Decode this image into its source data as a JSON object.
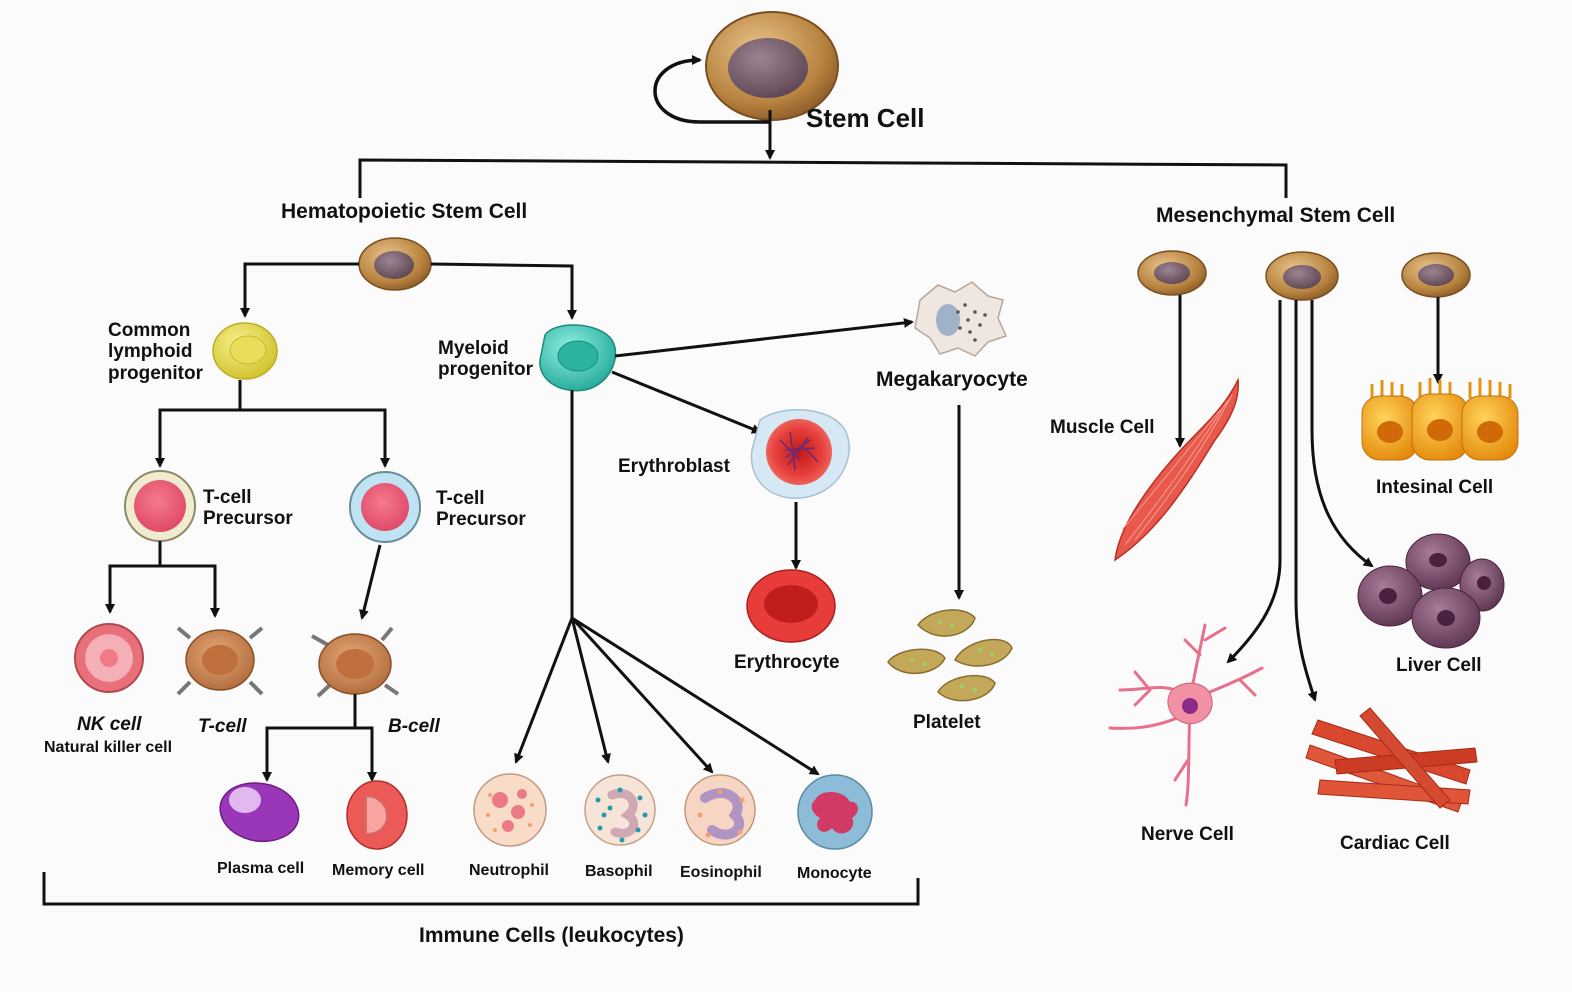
{
  "title": "Stem Cell",
  "branches": {
    "hematopoietic": "Hematopoietic Stem Cell",
    "mesenchymal": "Mesenchymal Stem Cell"
  },
  "cells": {
    "common_lymphoid": "Common\nlymphoid\nprogenitor",
    "myeloid": "Myeloid\nprogenitor",
    "megakaryocyte": "Megakaryocyte",
    "erythroblast": "Erythroblast",
    "erythrocyte": "Erythrocyte",
    "platelet": "Platelet",
    "t_precursor_1": "T-cell\nPrecursor",
    "t_precursor_2": "T-cell\nPrecursor",
    "nk_cell": "NK cell",
    "nk_cell_sub": "Natural killer cell",
    "t_cell": "T-cell",
    "b_cell": "B-cell",
    "plasma_cell": "Plasma cell",
    "memory_cell": "Memory cell",
    "neutrophil": "Neutrophil",
    "basophil": "Basophil",
    "eosinophil": "Eosinophil",
    "monocyte": "Monocyte",
    "muscle_cell": "Muscle Cell",
    "intestinal_cell": "Intesinal Cell",
    "liver_cell": "Liver Cell",
    "nerve_cell": "Nerve Cell",
    "cardiac_cell": "Cardiac Cell"
  },
  "footer": "Immune Cells (leukocytes)",
  "colors": {
    "stem_outer": "#b8844a",
    "stem_nucleus": "#7a5f6a",
    "lymphoid": "#e2d84a",
    "myeloid": "#39c2b0",
    "erythrocyte": "#e0383a",
    "muscle": "#e85a4e",
    "intestinal": "#f2a41c",
    "liver": "#7a4e6a",
    "cardiac": "#d9482e",
    "nerve": "#f08aa0"
  }
}
